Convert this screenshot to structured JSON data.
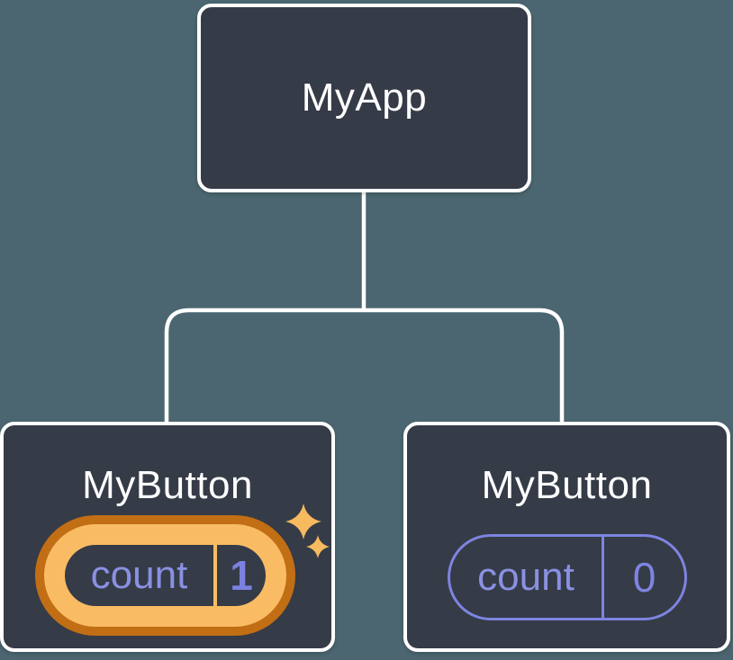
{
  "canvas": {
    "background": "#4B6670"
  },
  "colors": {
    "background": "#4B6670",
    "node_fill": "#353B47",
    "node_border": "#FFFFFF",
    "connector": "#FFFFFF",
    "title_text": "#FFFFFF",
    "state_label_purple": "#8A90E2",
    "state_accent_purple": "#7D84E0",
    "highlight_ring_outer_orange": "#C26E15",
    "highlight_ring_inner_orange": "#F9BC64",
    "sparkle": "#F7BA5F"
  },
  "tree": {
    "root": {
      "label": "MyApp"
    },
    "children": [
      {
        "label": "MyButton",
        "state": {
          "key": "count",
          "value": "1"
        },
        "highlighted": true,
        "sparkles": true
      },
      {
        "label": "MyButton",
        "state": {
          "key": "count",
          "value": "0"
        },
        "highlighted": false,
        "sparkles": false
      }
    ]
  }
}
